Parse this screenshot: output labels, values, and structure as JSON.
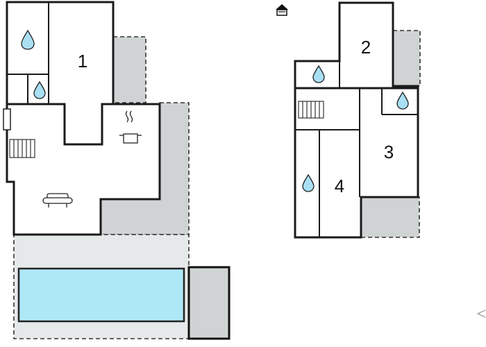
{
  "rooms": {
    "r1": "1",
    "r2": "2",
    "r3": "3",
    "r4": "4"
  },
  "icons": [
    "water-drop-icon",
    "kitchen-pot-icon",
    "sofa-icon",
    "stairs-icon",
    "house-icon",
    "pool"
  ],
  "colors": {
    "terrace": "#cfd3d4",
    "pool": "#aee8f7",
    "deck": "#e6e9e9",
    "wall": "#1a1a1a"
  }
}
